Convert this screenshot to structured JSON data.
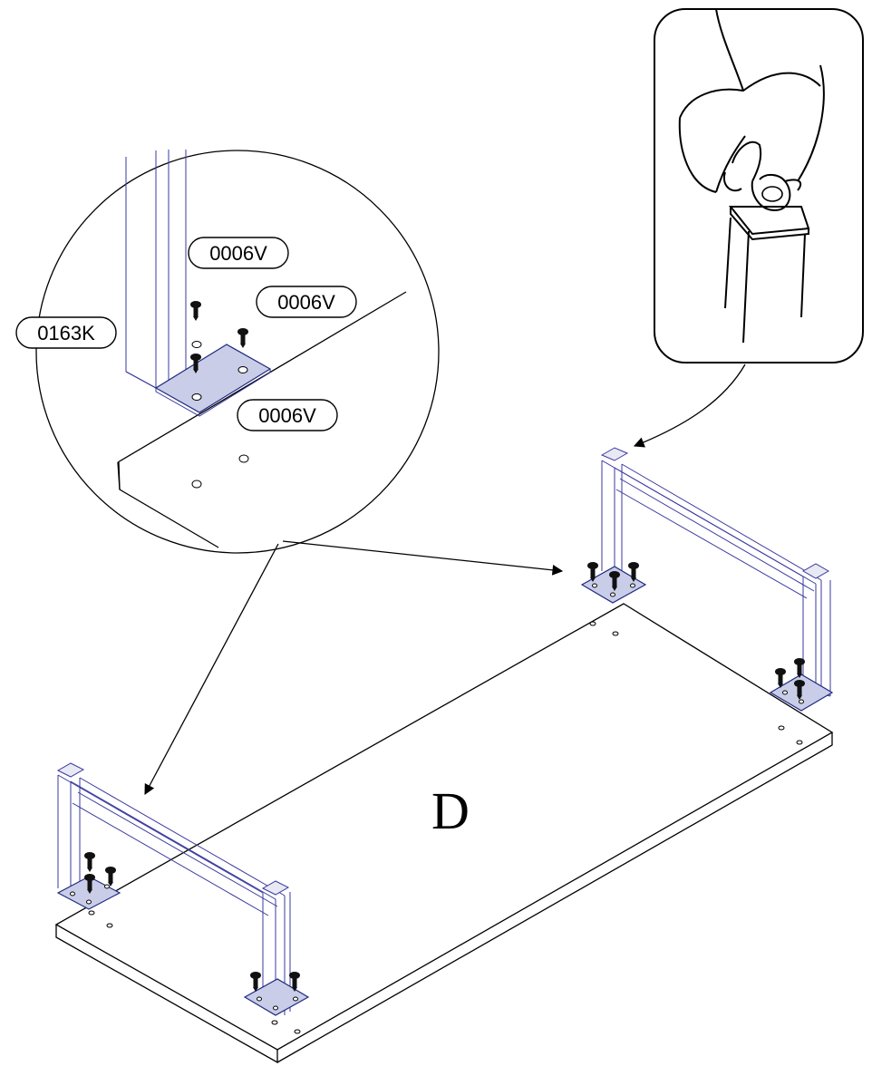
{
  "labels": {
    "part_v_1": "0006V",
    "part_v_2": "0006V",
    "part_v_3": "0006V",
    "part_k": "0163K",
    "panel": "D"
  },
  "colors": {
    "line": "#000000",
    "frame_blue": "#3a3aa0",
    "plate_fill": "#c9cde8"
  },
  "icons": [
    "hand-pressing-cap-icon",
    "screw-icon",
    "arrow-icon"
  ]
}
